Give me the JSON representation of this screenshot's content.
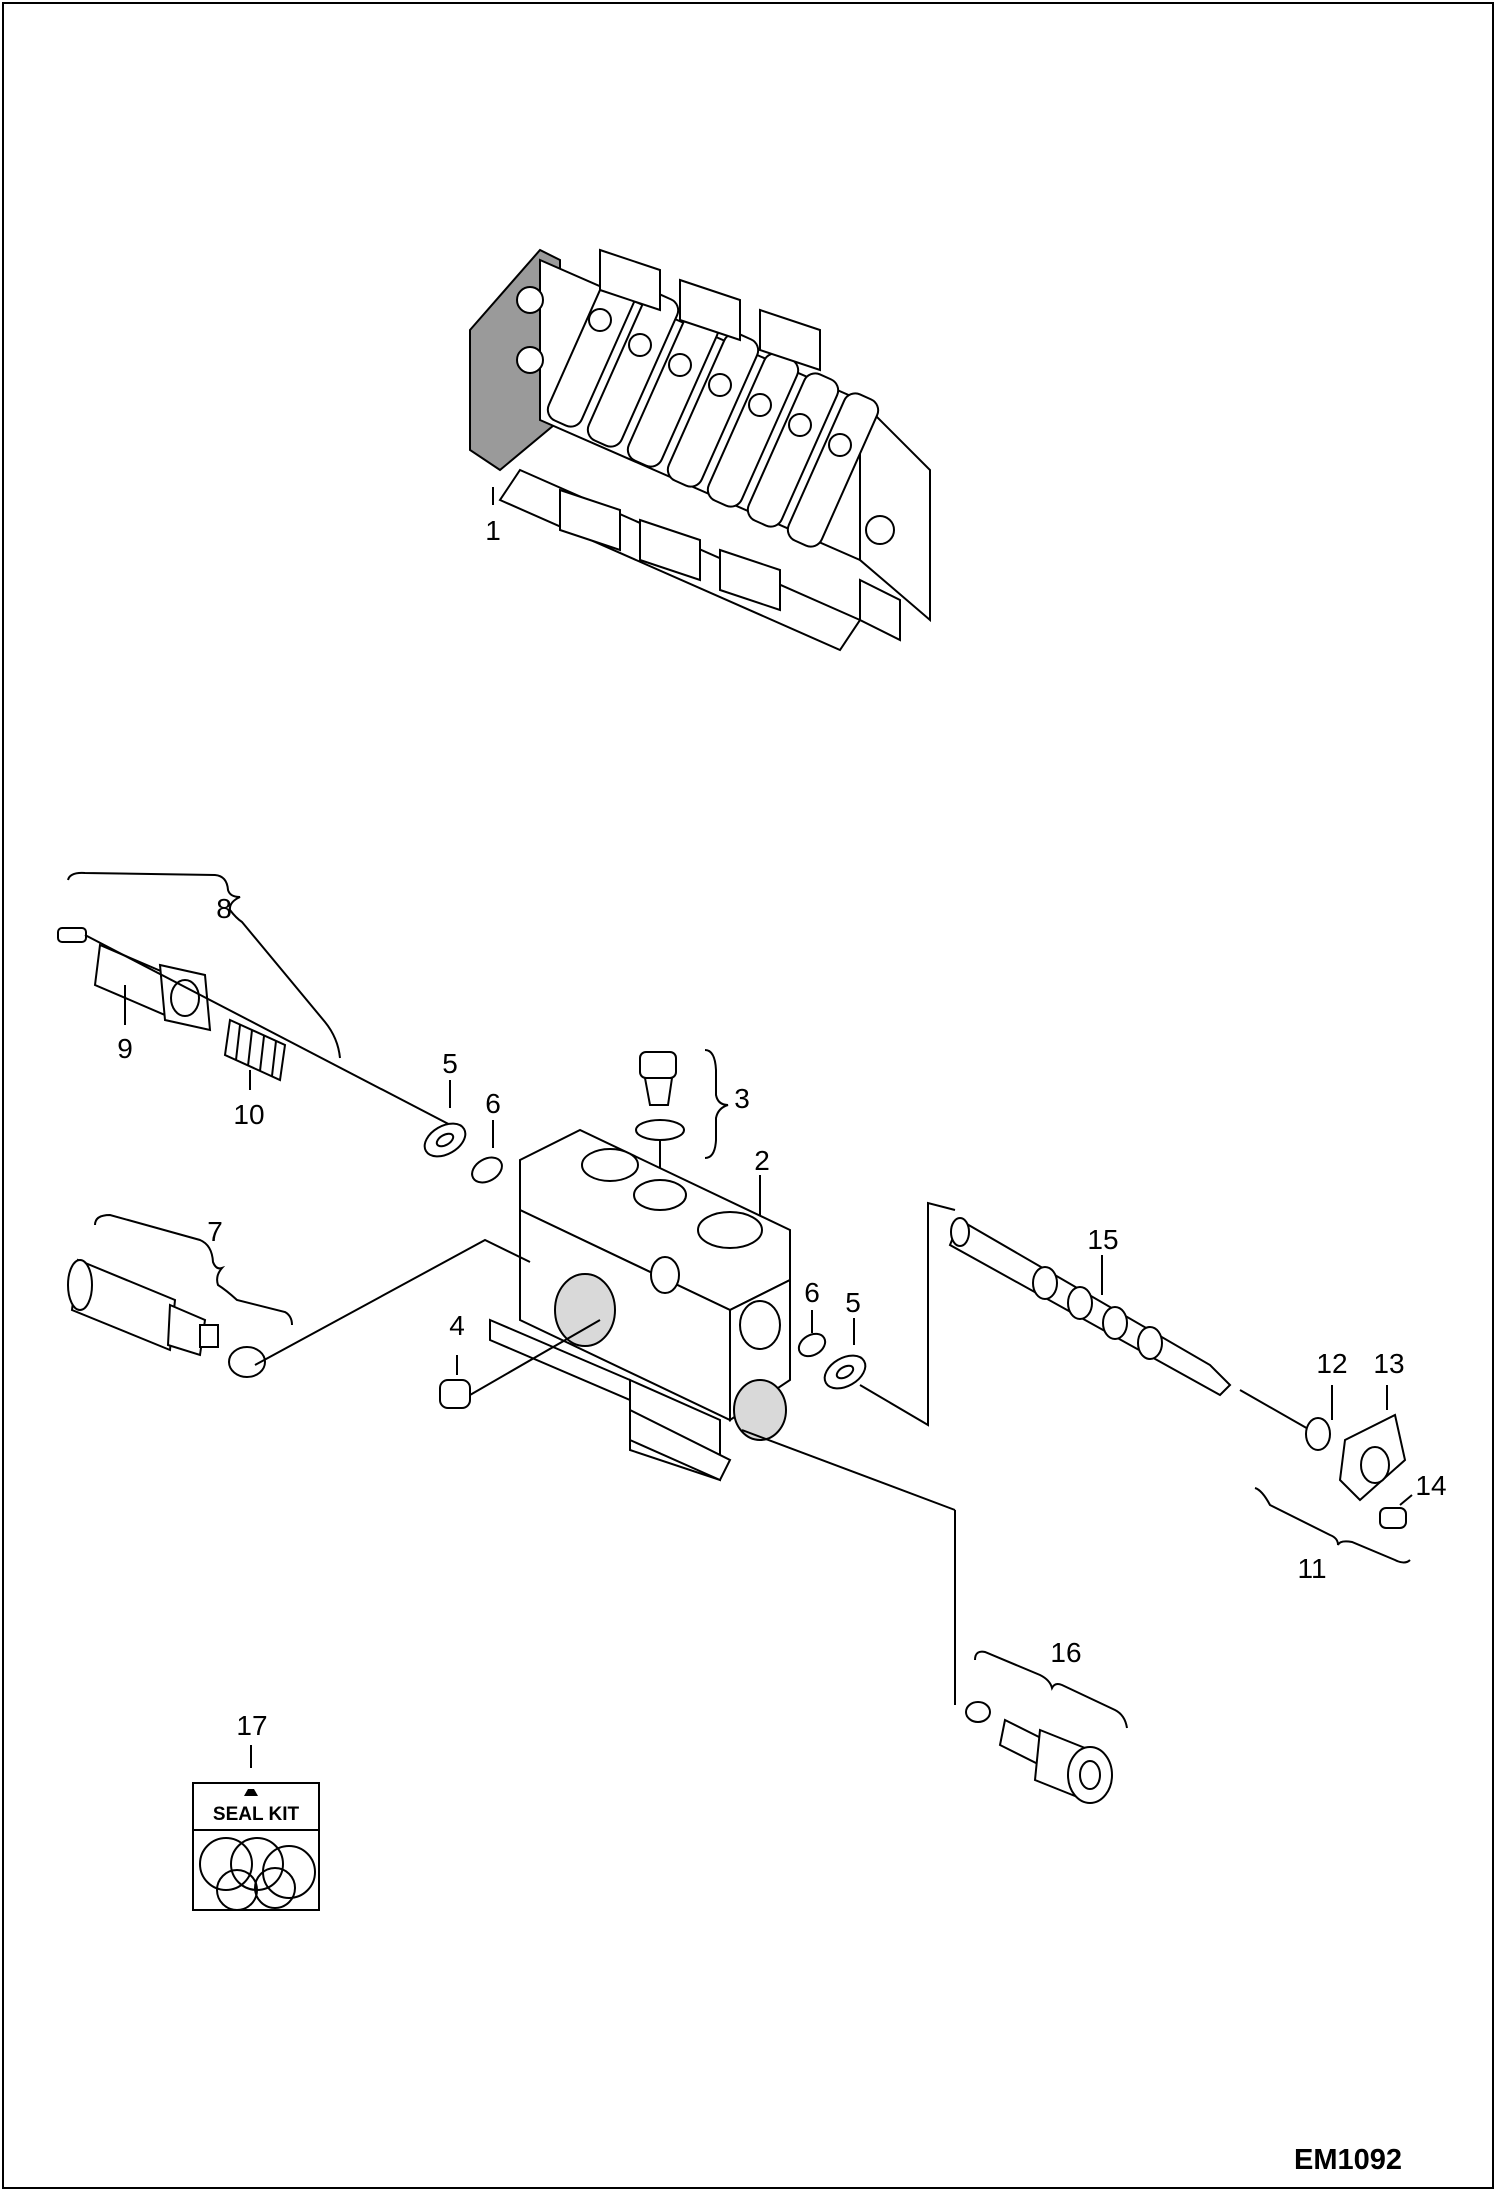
{
  "drawing_code": "EM1092",
  "seal_kit_label": "SEAL KIT",
  "callouts": [
    "1",
    "2",
    "3",
    "4",
    "5",
    "6",
    "7",
    "8",
    "9",
    "10",
    "11",
    "12",
    "13",
    "14",
    "15",
    "16",
    "17",
    "5",
    "6"
  ]
}
